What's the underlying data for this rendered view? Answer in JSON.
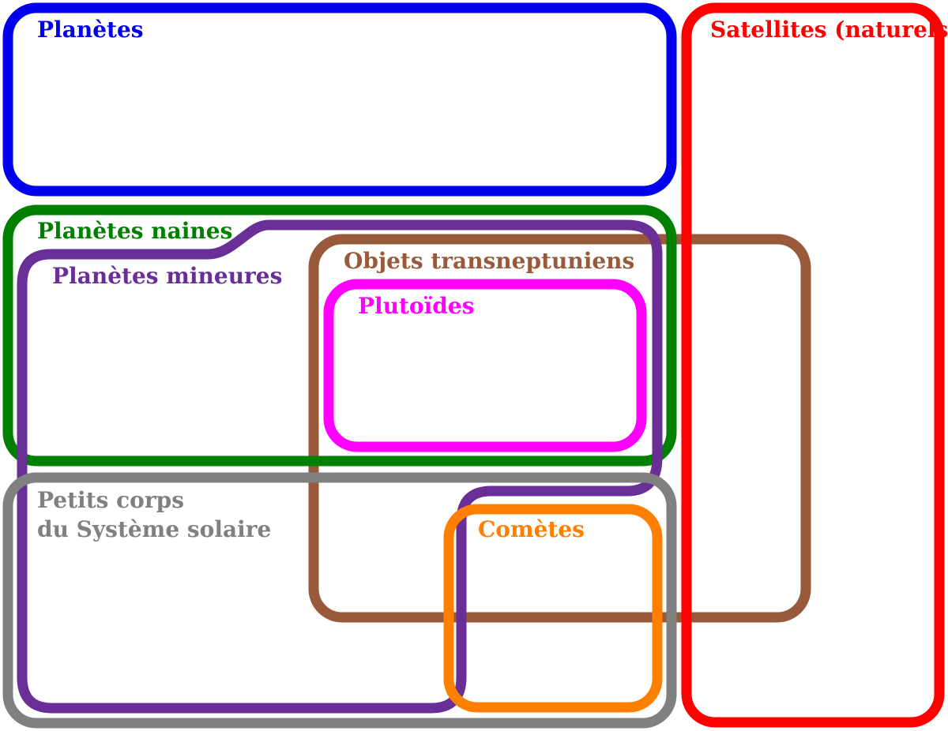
{
  "diagram": {
    "regions": {
      "planetes": {
        "label": "Planètes",
        "color": "#0000ee"
      },
      "satellites": {
        "label": "Satellites (naturels)",
        "color": "#ff0000"
      },
      "planetes_naines": {
        "label": "Planètes naines",
        "color": "#008000"
      },
      "planetes_mineures": {
        "label": "Planètes mineures",
        "color": "#6a2f96"
      },
      "objets_transneptuniens": {
        "label": "Objets transneptuniens",
        "color": "#995a3c"
      },
      "plutoides": {
        "label": "Plutoïdes",
        "color": "#ff00ff"
      },
      "petits_corps": {
        "label_line1": "Petits corps",
        "label_line2": "du Système solaire",
        "color": "#808080"
      },
      "cometes": {
        "label": "Comètes",
        "color": "#ff8000"
      }
    }
  }
}
